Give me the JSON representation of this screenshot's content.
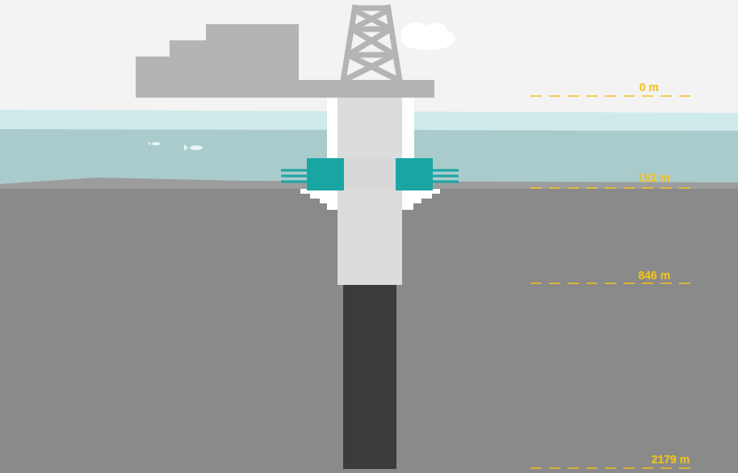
{
  "diagram": {
    "labels": [
      "0 m",
      "152 m",
      "846 m",
      "2179 m"
    ]
  }
}
